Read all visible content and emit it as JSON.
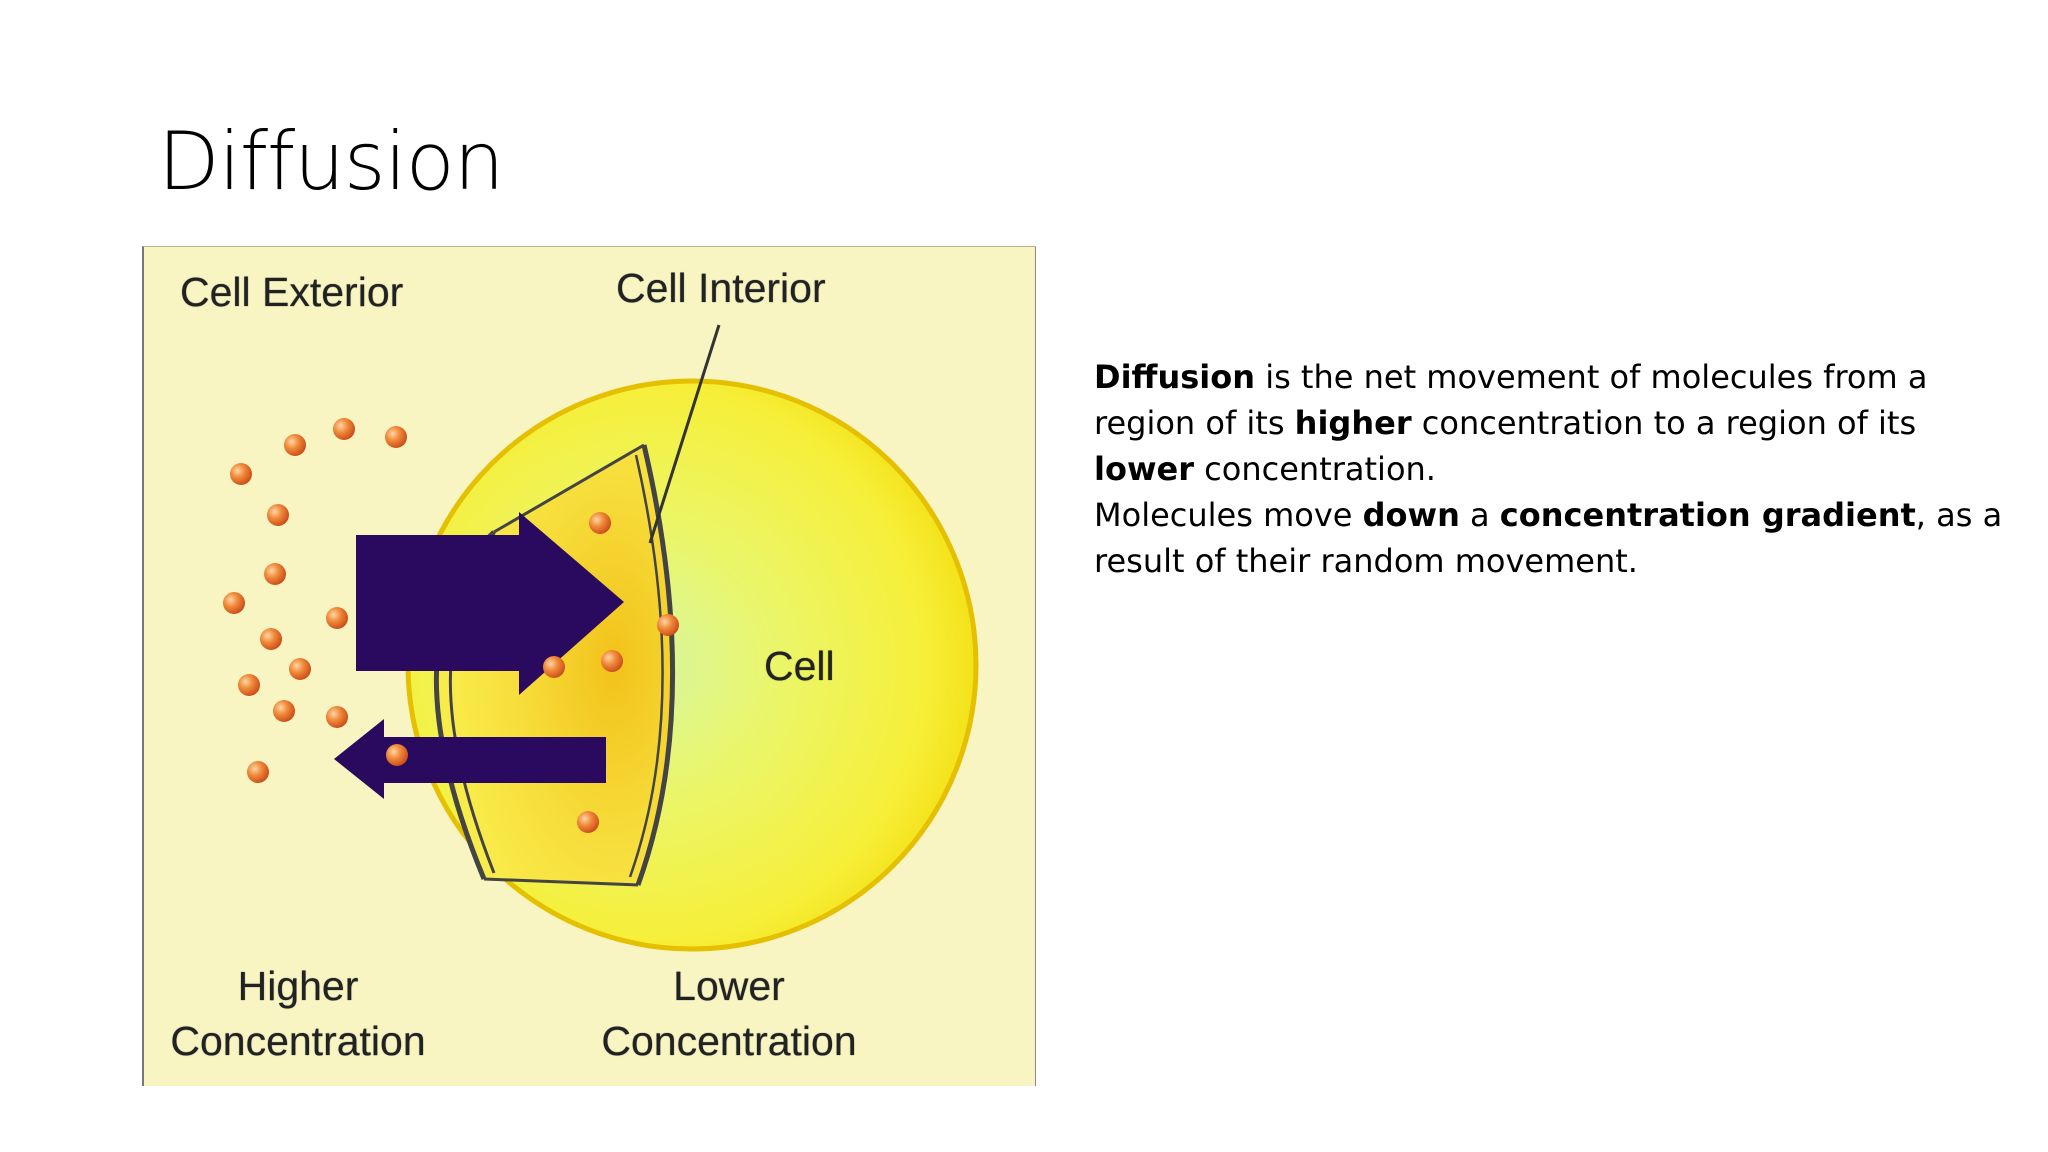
{
  "slide": {
    "title": "Diffusion"
  },
  "figure": {
    "labels": {
      "cell_exterior": "Cell Exterior",
      "cell_interior": "Cell Interior",
      "cell": "Cell",
      "higher_line1": "Higher",
      "higher_line2": "Concentration",
      "lower_line1": "Lower",
      "lower_line2": "Concentration"
    },
    "colors": {
      "background": "#f8f5c2",
      "cell_fill": "#f5ee3a",
      "cell_border": "#e6c400",
      "arrow": "#2a0a5e",
      "molecule": "#e8672a"
    }
  },
  "paragraph1": {
    "seg1": "Diffusion",
    "seg2": " is the net movement of molecules from a region of its ",
    "seg3": "higher",
    "seg4": " concentration to a region of its ",
    "seg5": "lower",
    "seg6": " concentration."
  },
  "paragraph2": {
    "seg1": "Molecules move ",
    "seg2": "down",
    "seg3": " a ",
    "seg4": "concentration gradient",
    "seg5": ", as a result of their random movement."
  }
}
